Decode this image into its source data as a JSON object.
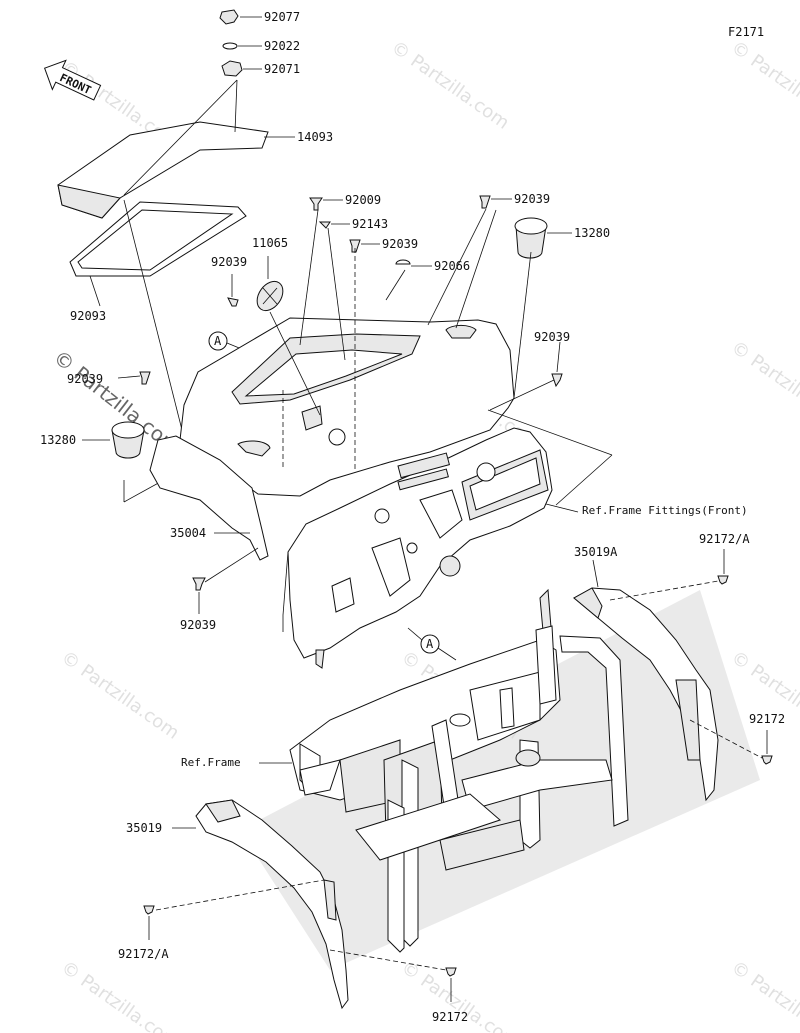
{
  "figure_code": "F2171",
  "front_label": "FRONT",
  "watermark_text": "© Partzilla.com",
  "callout_letter": "A",
  "parts": {
    "p92077": "92077",
    "p92022": "92022",
    "p92071": "92071",
    "p14093": "14093",
    "p92093": "92093",
    "p92009": "92009",
    "p92143": "92143",
    "p92039_top_right": "92039",
    "p92039_mid": "92039",
    "p92066": "92066",
    "p13280_right": "13280",
    "p11065": "11065",
    "p92039_left_upper": "92039",
    "p92039_right_mid": "92039",
    "p92039_left": "92039",
    "p13280_left": "13280",
    "p35004": "35004",
    "p92039_bottom_left": "92039",
    "ref_frame_fittings": "Ref.Frame Fittings(Front)",
    "p35019A": "35019A",
    "p92172A_right": "92172/A",
    "p92172_right": "92172",
    "ref_frame": "Ref.Frame",
    "p35019": "35019",
    "p92172A_left": "92172/A",
    "p92172_bottom": "92172"
  }
}
